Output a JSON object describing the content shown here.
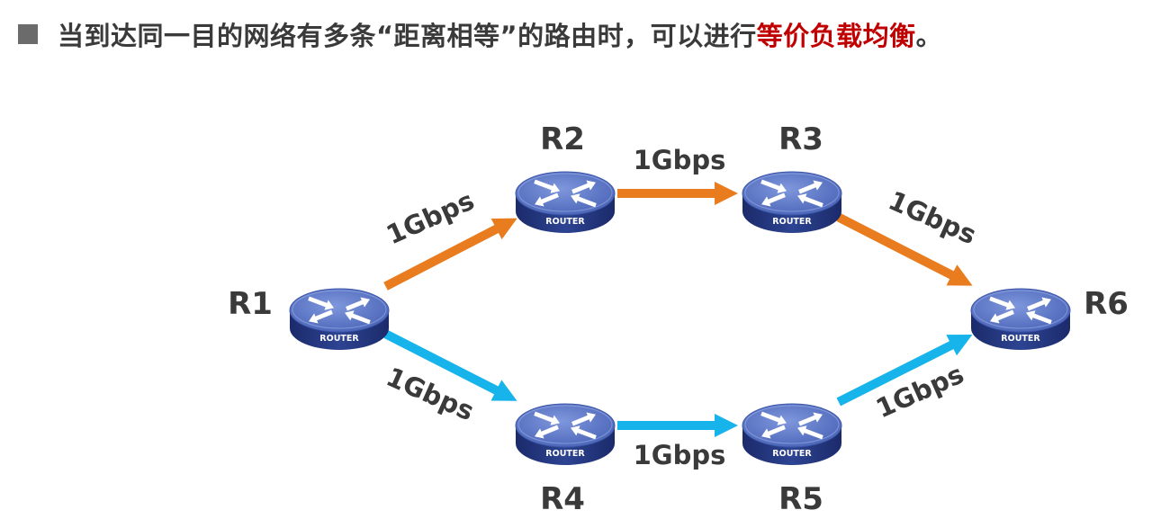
{
  "header": {
    "text_main": "当到达同一目的网络有多条“距离相等”的路由时，可以进行",
    "text_highlight": "等价负载均衡",
    "text_end": "。"
  },
  "colors": {
    "upper_path": "#e87c1e",
    "lower_path": "#16b4ea",
    "router_top": "#5a74c4",
    "router_side": "#23377e",
    "highlight": "#c00000",
    "text": "#3a3a3a"
  },
  "router_tag": "ROUTER",
  "routers": [
    {
      "id": "R1",
      "name": "R1",
      "icon": "router-icon"
    },
    {
      "id": "R2",
      "name": "R2",
      "icon": "router-icon"
    },
    {
      "id": "R3",
      "name": "R3",
      "icon": "router-icon"
    },
    {
      "id": "R4",
      "name": "R4",
      "icon": "router-icon"
    },
    {
      "id": "R5",
      "name": "R5",
      "icon": "router-icon"
    },
    {
      "id": "R6",
      "name": "R6",
      "icon": "router-icon"
    }
  ],
  "links": [
    {
      "from": "R1",
      "to": "R2",
      "bandwidth": "1Gbps",
      "path": "upper"
    },
    {
      "from": "R2",
      "to": "R3",
      "bandwidth": "1Gbps",
      "path": "upper"
    },
    {
      "from": "R3",
      "to": "R6",
      "bandwidth": "1Gbps",
      "path": "upper"
    },
    {
      "from": "R1",
      "to": "R4",
      "bandwidth": "1Gbps",
      "path": "lower"
    },
    {
      "from": "R4",
      "to": "R5",
      "bandwidth": "1Gbps",
      "path": "lower"
    },
    {
      "from": "R5",
      "to": "R6",
      "bandwidth": "1Gbps",
      "path": "lower"
    }
  ]
}
